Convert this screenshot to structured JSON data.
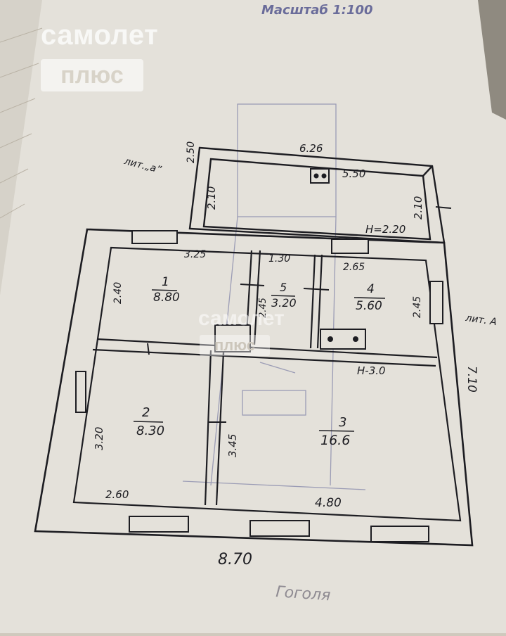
{
  "header": {
    "scale": "Масштаб 1:100"
  },
  "watermark": {
    "brand": "самолет",
    "plus": "плюс"
  },
  "labels": {
    "lit_a_small": "лит.„a”",
    "lit_a_big": "лит. А",
    "street": "Гоголя"
  },
  "annex": {
    "top_width": "6.26",
    "inner_width": "5.50",
    "left_depth": "2.10",
    "right_depth": "2.10",
    "height": "Н=2.20",
    "outer_side": "2.50"
  },
  "house": {
    "total_width": "8.70",
    "total_depth": "7.10",
    "height": "Н-3.0"
  },
  "rooms": [
    {
      "num": "1",
      "area": "8.80",
      "width": "3.25",
      "depth": "2.40"
    },
    {
      "num": "5",
      "area": "3.20",
      "width": "1.30",
      "depth": "2.45"
    },
    {
      "num": "4",
      "area": "5.60",
      "width": "2.65",
      "depth": "2.45"
    },
    {
      "num": "2",
      "area": "8.30",
      "width": "2.60",
      "depth": "3.20"
    },
    {
      "num": "3",
      "area": "16.6",
      "width": "4.80",
      "depth": "3.45"
    }
  ],
  "colors": {
    "ink": "#1d1d22",
    "paper": "#e4e1da",
    "faint": "#9b9cb5"
  }
}
